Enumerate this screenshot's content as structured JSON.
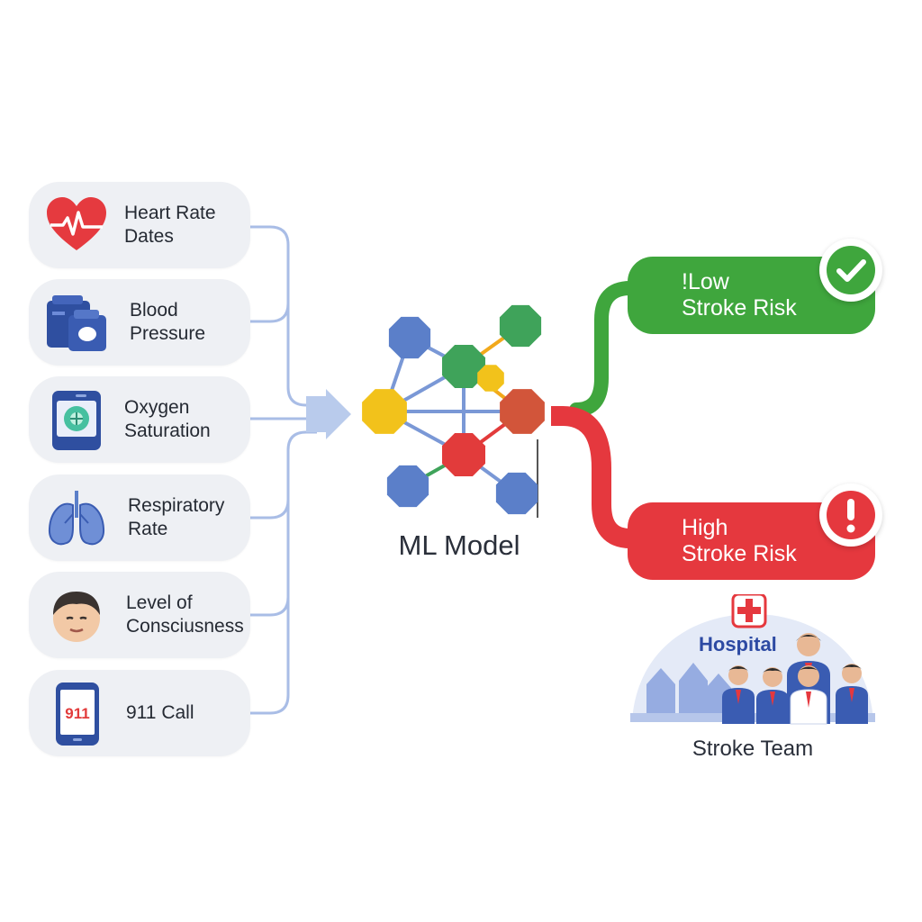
{
  "inputs": [
    {
      "id": "heart",
      "icon": "heart-ecg-icon",
      "lines": [
        "Heart Rate",
        "Dates"
      ]
    },
    {
      "id": "bp",
      "icon": "blood-pressure-monitor-icon",
      "lines": [
        "Blood",
        "Pressure"
      ]
    },
    {
      "id": "oxygen",
      "icon": "oxygen-monitor-icon",
      "lines": [
        "Oxygen",
        "Saturation"
      ]
    },
    {
      "id": "resp",
      "icon": "lungs-icon",
      "lines": [
        "Respiratory",
        "Rate"
      ]
    },
    {
      "id": "loc",
      "icon": "patient-face-icon",
      "lines": [
        "Level of",
        "Consciusness"
      ]
    },
    {
      "id": "call",
      "icon": "phone-911-icon",
      "lines": [
        "911 Call"
      ],
      "phone_text": "911"
    }
  ],
  "model": {
    "label": "ML Model"
  },
  "outputs": {
    "low": {
      "lines": [
        "!Low",
        "Stroke Risk"
      ],
      "color": "#3fa63d",
      "icon": "check-icon"
    },
    "high": {
      "lines": [
        "High",
        "Stroke Risk"
      ],
      "color": "#e5383e",
      "icon": "exclamation-icon"
    }
  },
  "hospital": {
    "label": "Hospital",
    "icon": "hospital-cross-icon"
  },
  "team": {
    "label": "Stroke Team"
  },
  "colors": {
    "connector": "#9db4e0",
    "node_blue": "#5b7fc9",
    "node_green": "#3fa35a",
    "node_yellow": "#f2c21b",
    "node_red": "#e23b3b",
    "node_orange": "#d2553a"
  }
}
